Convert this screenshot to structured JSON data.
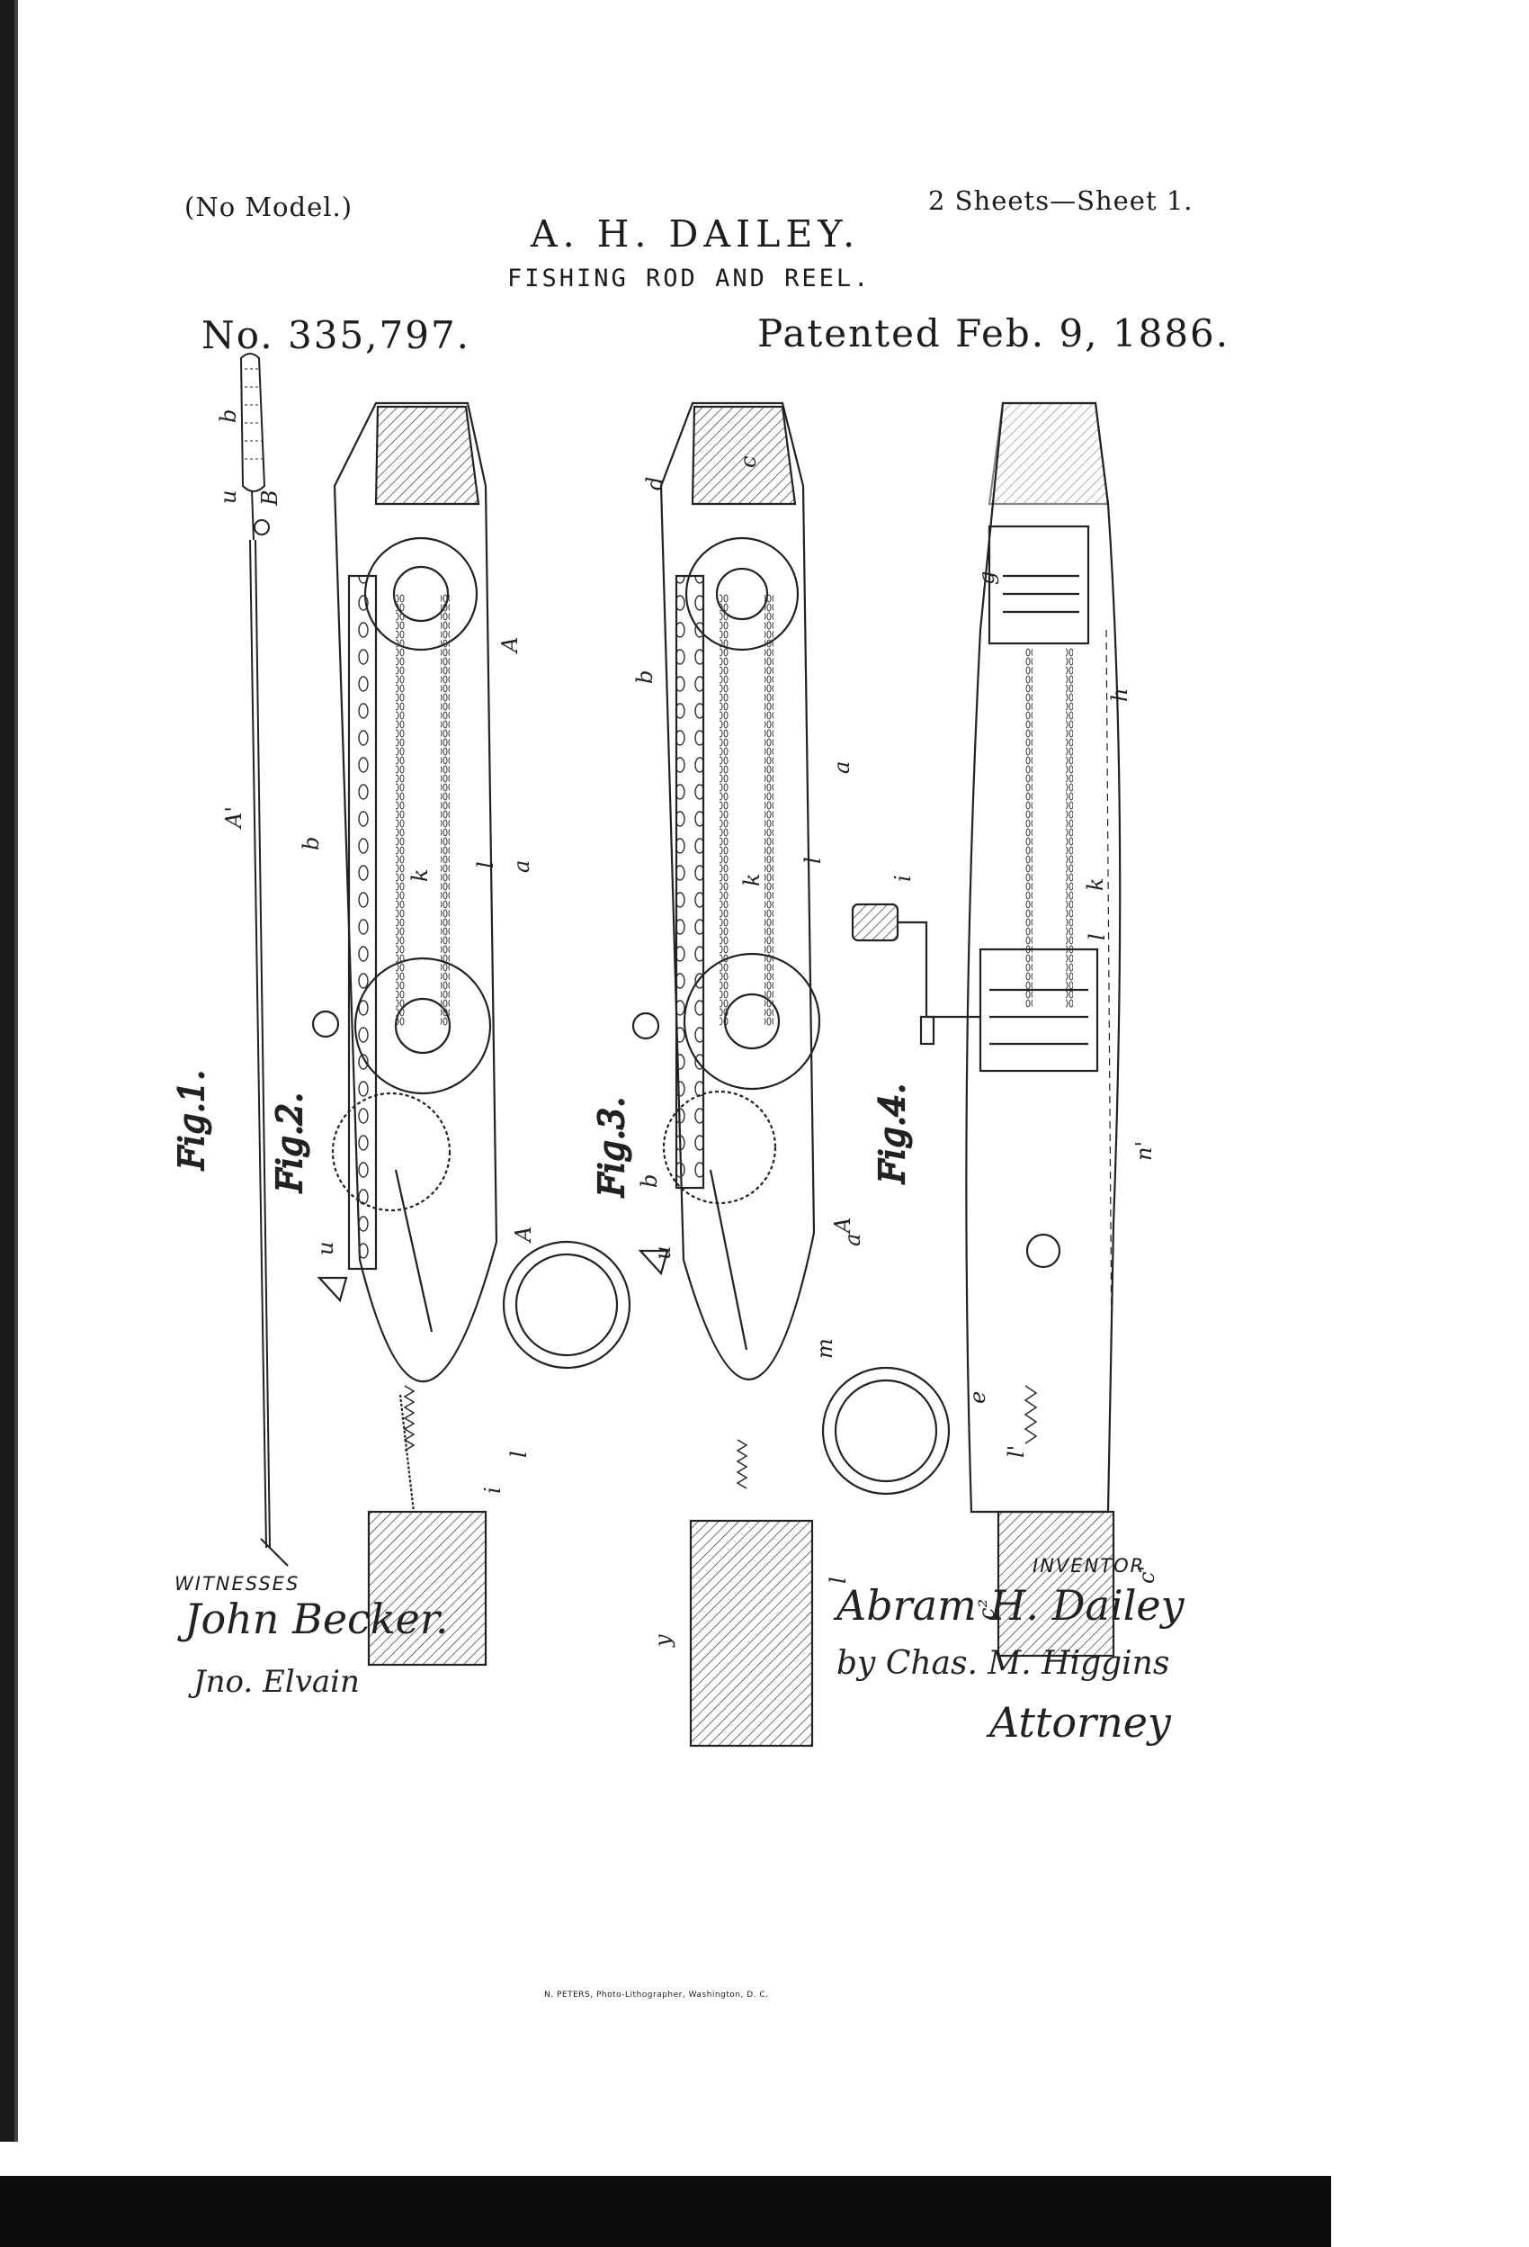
{
  "header": {
    "model_note": "(No Model.)",
    "sheets": "2 Sheets—Sheet 1.",
    "inventor": "A. H. DAILEY.",
    "title": "FISHING ROD AND REEL.",
    "patent_number": "No. 335,797.",
    "patent_date": "Patented Feb. 9, 1886."
  },
  "figures": {
    "fig1": "Fig.1.",
    "fig2": "Fig.2.",
    "fig3": "Fig.3.",
    "fig4": "Fig.4."
  },
  "footer": {
    "witnesses_label": "WITNESSES",
    "witness_1": "John Becker.",
    "witness_2": "Jno. Elvain",
    "inventor_label": "INVENTOR",
    "inventor_signature": "Abram H. Dailey",
    "by_attorney": "by Chas. M. Higgins",
    "attorney_label": "Attorney",
    "lithographer": "N. PETERS, Photo-Lithographer, Washington, D. C."
  }
}
